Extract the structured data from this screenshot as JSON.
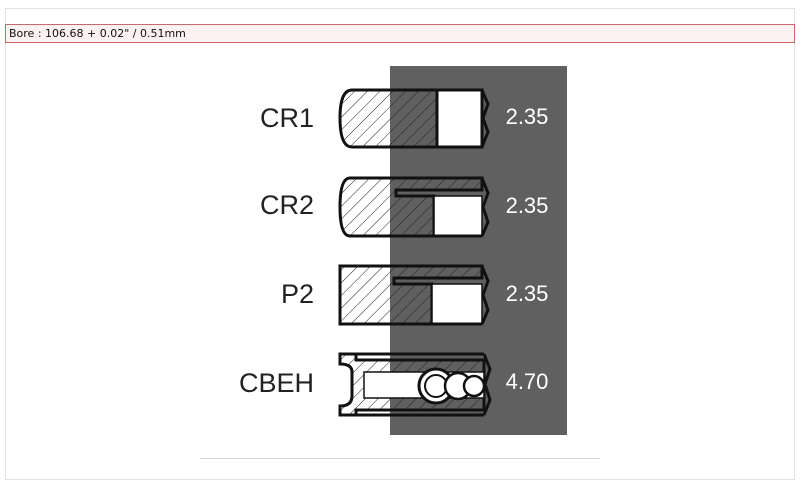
{
  "header": {
    "bore_text": "Bore : 106.68 + 0.02\" / 0.51mm"
  },
  "rings": [
    {
      "label": "CR1",
      "value": "2.35",
      "shape": "compression-1"
    },
    {
      "label": "CR2",
      "value": "2.35",
      "shape": "compression-2"
    },
    {
      "label": "P2",
      "value": "2.35",
      "shape": "plain"
    },
    {
      "label": "CBEH",
      "value": "4.70",
      "shape": "oil-control-expander"
    }
  ],
  "colors": {
    "panel": "#606060",
    "header_border": "#c96a6a",
    "header_bg": "#fdf2f2"
  }
}
